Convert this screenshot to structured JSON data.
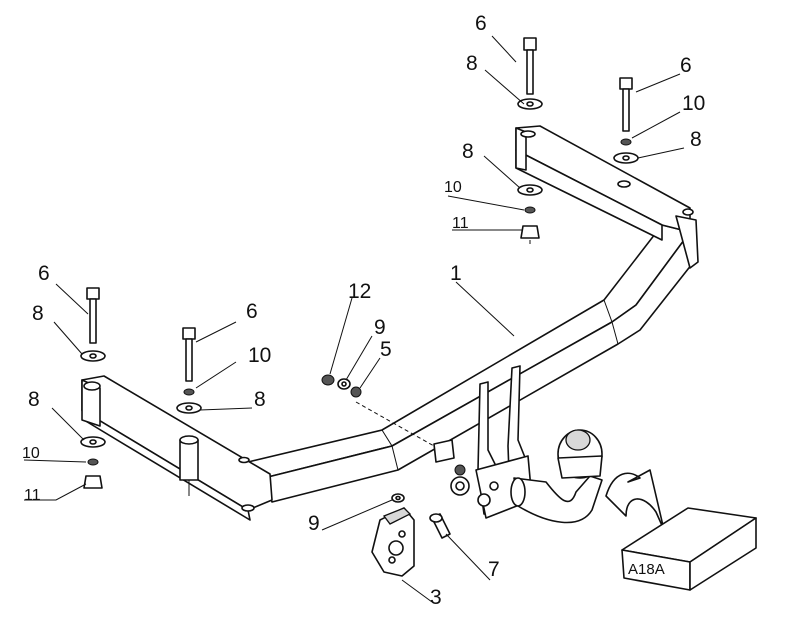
{
  "callouts": {
    "c6a": "6",
    "c8a": "8",
    "c6b": "6",
    "c10a": "10",
    "c8b": "8",
    "c8c": "8",
    "c10b": "10",
    "c11a": "11",
    "c1": "1",
    "c6c": "6",
    "c8d": "8",
    "c6d": "6",
    "c10c": "10",
    "c8e": "8",
    "c8f": "8",
    "c10d": "10",
    "c11b": "11",
    "c12": "12",
    "c9a": "9",
    "c5": "5",
    "c9b": "9",
    "c7": "7",
    "c3": "3"
  },
  "package": {
    "label": "A18A"
  }
}
